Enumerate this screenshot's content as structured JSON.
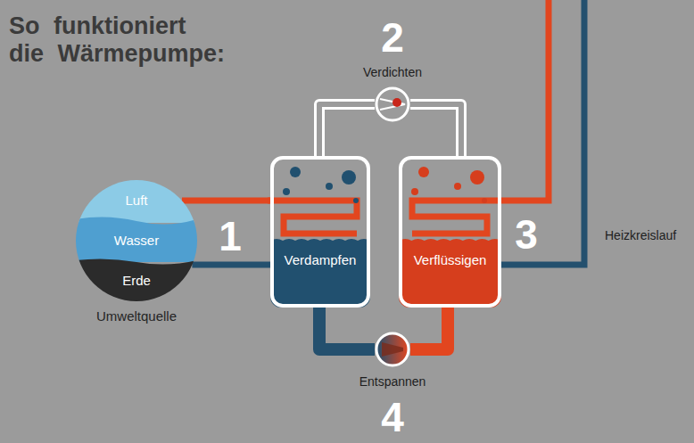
{
  "diagram": {
    "title": "So funktioniert die Wärmepumpe:",
    "nodes": [
      {
        "text": [
          "Umweltquelle"
        ]
      },
      {
        "text": [
          "Luft"
        ],
        "in": 0
      },
      {
        "text": [
          "Wasser"
        ],
        "in": 0
      },
      {
        "text": [
          "Erde"
        ],
        "in": 0
      },
      {
        "text": [
          "Verdampfen"
        ]
      },
      {
        "text": [
          "Verdichten"
        ]
      },
      {
        "text": [
          "Verflüssigen"
        ]
      },
      {
        "text": [
          "Entspannen"
        ]
      }
    ],
    "edges": [
      {
        "from": 0,
        "to": 4,
        "arrow": "none"
      },
      {
        "from": 4,
        "to": 0,
        "arrow": "none"
      },
      {
        "from": 4,
        "to": 5,
        "arrow": "none"
      },
      {
        "from": 5,
        "to": 6,
        "arrow": "none"
      },
      {
        "from": 6,
        "to": 7,
        "arrow": "none"
      },
      {
        "from": 7,
        "to": 4,
        "arrow": "none"
      }
    ],
    "labels": [
      "1",
      "2",
      "3",
      "4",
      "Heizkreislauf"
    ]
  }
}
